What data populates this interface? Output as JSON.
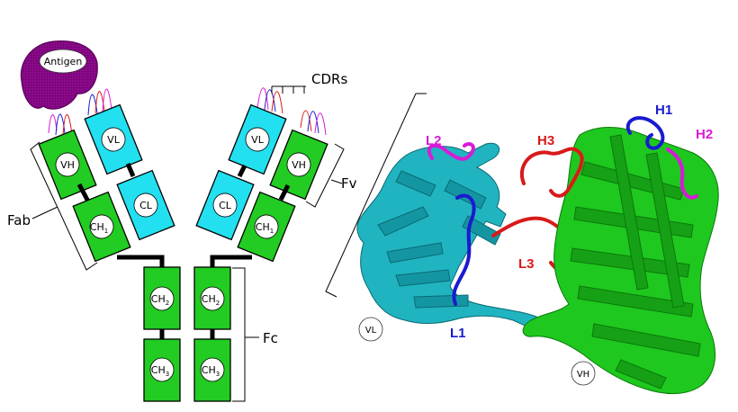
{
  "antibody": {
    "antigen": "Antigen",
    "cdrs": "CDRs",
    "fab": "Fab",
    "fc": "Fc",
    "fv": "Fv",
    "vh": "VH",
    "vl": "VL",
    "cl": "CL",
    "ch": "CH",
    "sub1": "1",
    "sub2": "2",
    "sub3": "3"
  },
  "structure": {
    "loops": [
      {
        "label": "L1",
        "color": "#1a1ad0"
      },
      {
        "label": "L2",
        "color": "#d81ad8"
      },
      {
        "label": "L3",
        "color": "#d81a1a"
      },
      {
        "label": "H1",
        "color": "#1a1ad0"
      },
      {
        "label": "H2",
        "color": "#d81ad8"
      },
      {
        "label": "H3",
        "color": "#d81a1a"
      }
    ],
    "domain_vl": "VL",
    "domain_vh": "VH"
  },
  "colors": {
    "heavy_chain": "#22cc22",
    "light_chain": "#22e0f0",
    "antigen": "#880088",
    "vl_ribbon": "#20b4c0",
    "vh_ribbon": "#1ec81e"
  }
}
